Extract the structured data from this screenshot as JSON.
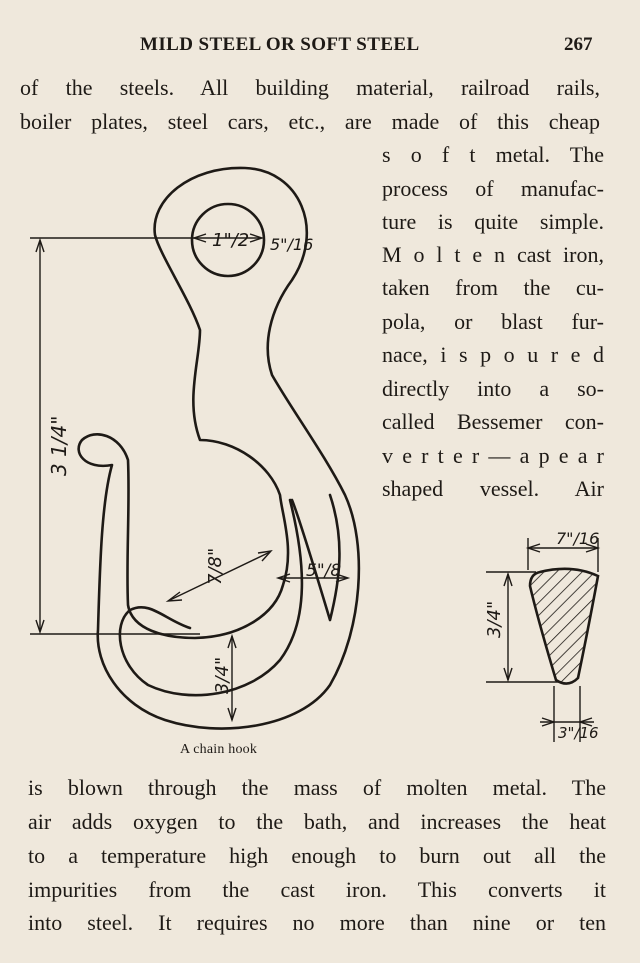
{
  "header": {
    "title": "MILD STEEL OR SOFT STEEL",
    "page_number": "267"
  },
  "text_top": [
    "of the steels.  All building material, railroad rails,",
    "boiler plates, steel cars, etc., are made of this cheap"
  ],
  "text_right_column": [
    "s o f t  metal.  The",
    "process of manufac-",
    "ture is quite simple.",
    "M o l t e n  cast iron,",
    "taken from the cu-",
    "pola, or blast fur-",
    "nace, i s  p o u r e d",
    "directly into a so-",
    "called Bessemer con-",
    "v e r t e r — a  p e a r",
    "shaped vessel.  Air"
  ],
  "figure": {
    "caption": "A chain hook",
    "hook_dims": {
      "eye_inner": "1\"/2",
      "eye_wall": "5\"/16",
      "overall_height": "3 1/4\"",
      "throat": "7/8\"",
      "shank_width": "5\"/8",
      "bottom": "3/4\""
    },
    "section_dims": {
      "top_width": "7\"/16",
      "height": "3/4\"",
      "bottom_width": "3\"/16"
    }
  },
  "text_bottom": [
    "is blown through the mass of molten metal.  The",
    "air adds oxygen to the bath, and increases the heat",
    "to a temperature high enough to burn out all the",
    "impurities from the cast iron.  This converts it",
    "into steel.  It requires no more than nine or ten"
  ]
}
